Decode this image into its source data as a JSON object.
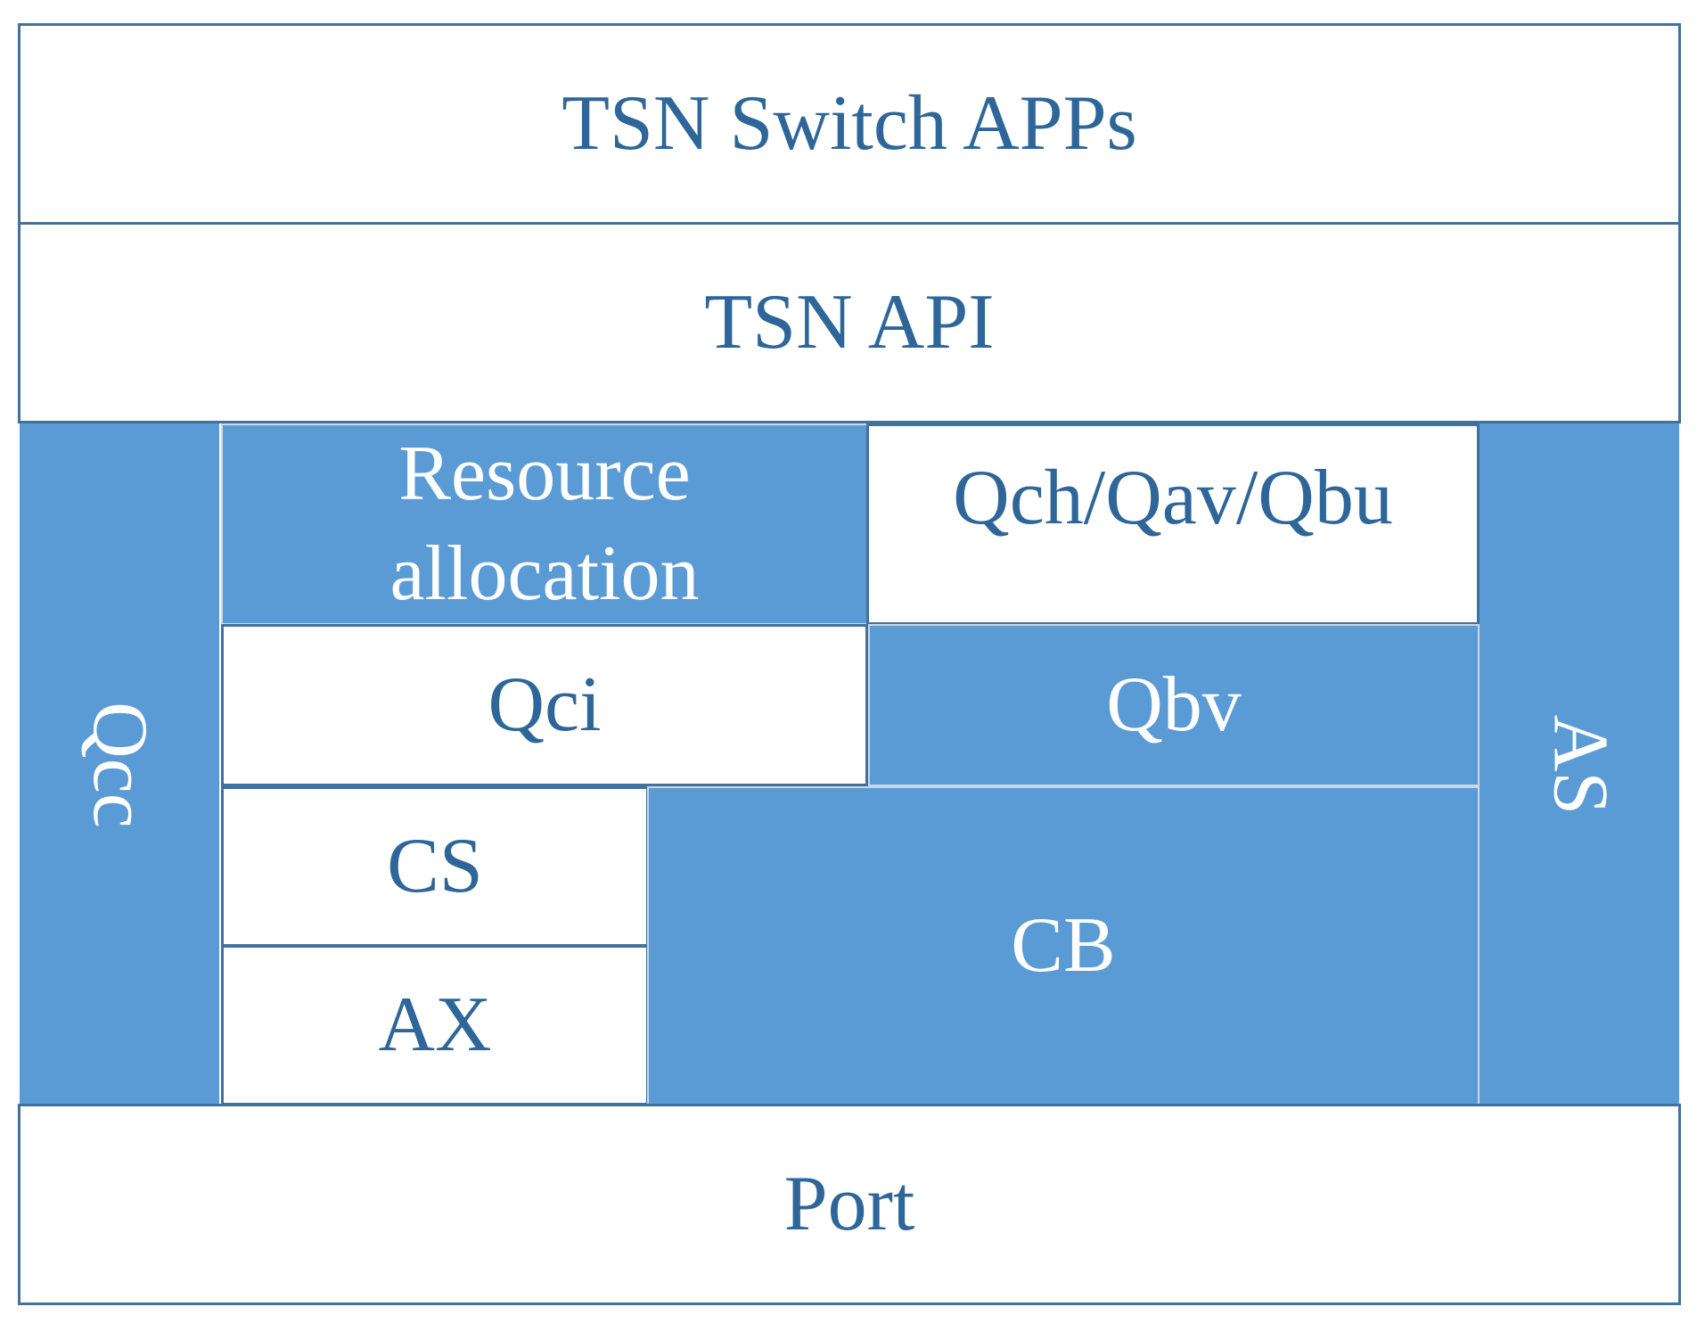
{
  "diagram": {
    "apps_label": "TSN Switch APPs",
    "api_label": "TSN API",
    "left_side_label": "Qcc",
    "right_side_label": "AS",
    "resource_allocation_lines": [
      "Resource",
      "allocation"
    ],
    "qch_label": "Qch/Qav/Qbu",
    "qci_label": "Qci",
    "qbv_label": "Qbv",
    "cs_label": "CS",
    "ax_label": "AX",
    "cb_label": "CB",
    "port_label": "Port"
  },
  "colors": {
    "fill_blue": "#5b9bd5",
    "border_blue": "#41719c",
    "text_blue": "#2f6699",
    "text_white": "#ffffff"
  }
}
